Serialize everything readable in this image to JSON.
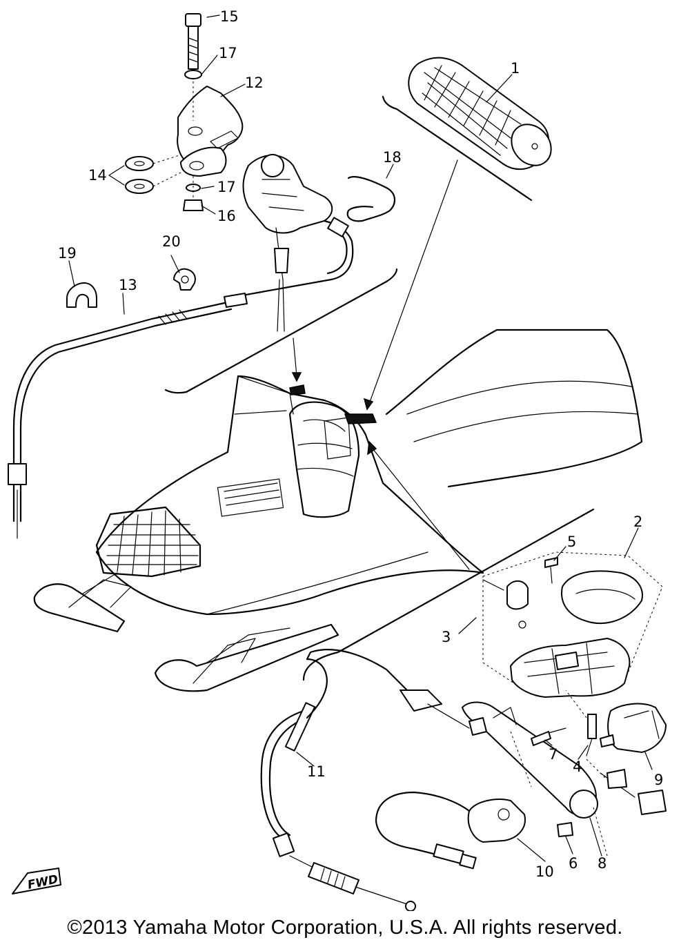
{
  "callouts": [
    {
      "id": "c1",
      "label": "1"
    },
    {
      "id": "c2",
      "label": "2"
    },
    {
      "id": "c3",
      "label": "3"
    },
    {
      "id": "c4",
      "label": "4"
    },
    {
      "id": "c5",
      "label": "5"
    },
    {
      "id": "c6",
      "label": "6"
    },
    {
      "id": "c7",
      "label": "7"
    },
    {
      "id": "c8",
      "label": "8"
    },
    {
      "id": "c9",
      "label": "9"
    },
    {
      "id": "c10",
      "label": "10"
    },
    {
      "id": "c11",
      "label": "11"
    },
    {
      "id": "c12",
      "label": "12"
    },
    {
      "id": "c13",
      "label": "13"
    },
    {
      "id": "c14",
      "label": "14"
    },
    {
      "id": "c15",
      "label": "15"
    },
    {
      "id": "c16",
      "label": "16"
    },
    {
      "id": "c17a",
      "label": "17"
    },
    {
      "id": "c17b",
      "label": "17"
    },
    {
      "id": "c18",
      "label": "18"
    },
    {
      "id": "c19",
      "label": "19"
    },
    {
      "id": "c20",
      "label": "20"
    }
  ],
  "fwd_label": "FWD",
  "copyright": "©2013 Yamaha Motor Corporation, U.S.A. All rights reserved."
}
